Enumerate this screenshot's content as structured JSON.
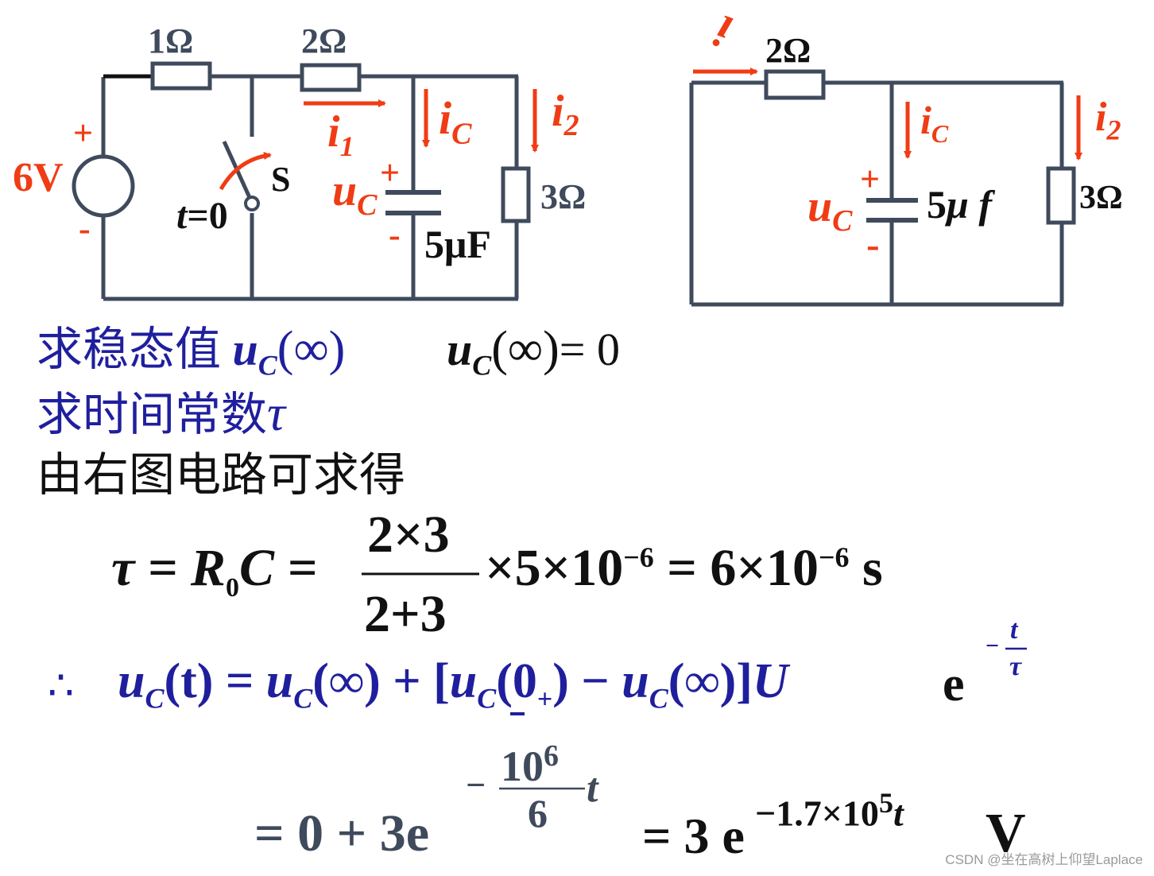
{
  "colors": {
    "wire": "#3f4a5c",
    "red": "#f03c14",
    "blue": "#1f1f9e",
    "black": "#111111"
  },
  "left_circuit": {
    "r1_label": "1Ω",
    "r2_label": "2Ω",
    "source_label": "6V",
    "source_plus": "+",
    "source_minus": "-",
    "switch_label": "S",
    "switch_time": "t",
    "switch_time_eq": "=0",
    "current_i1": {
      "sym": "i",
      "sub": "1"
    },
    "current_ic": {
      "sym": "i",
      "sub": "C"
    },
    "current_i2": {
      "sym": "i",
      "sub": "2"
    },
    "uc_label": {
      "sym": "u",
      "sub": "C"
    },
    "cap_plus": "+",
    "cap_minus": "-",
    "cap_label": "5μF",
    "r3_label": "3Ω"
  },
  "right_circuit": {
    "current_i": "i",
    "r_label": "2Ω",
    "current_ic": {
      "sym": "i",
      "sub": "C"
    },
    "current_i2": {
      "sym": "i",
      "sub": "2"
    },
    "uc_label": {
      "sym": "u",
      "sub": "C"
    },
    "cap_plus": "+",
    "cap_minus": "-",
    "cap_value": "5",
    "cap_unit_mu": "μ",
    "cap_unit_f": "f",
    "r3_label": "3Ω"
  },
  "text": {
    "steady_state_heading": "求稳态值",
    "uc_inf_sym": "u",
    "uc_inf_sub": "C",
    "uc_inf_arg": "(∞)",
    "uc_inf_result": "= 0",
    "time_constant_heading": "求时间常数",
    "tau": "τ",
    "from_right_circuit": "由右图电路可求得"
  },
  "equations": {
    "tau_lhs": "τ = ",
    "r0": "R",
    "r0_sub": "0",
    "c_eq": "C = ",
    "frac_num": "2×3",
    "frac_den": "2+3",
    "tau_mid": "×5×10",
    "tau_exp1": "−6",
    "tau_result": " = 6×10",
    "tau_exp2": "−6",
    "tau_unit": " s",
    "therefore": "∴",
    "full_response": {
      "p1": "u",
      "p1_sub": "C",
      "p2": "(t) = ",
      "p3": "u",
      "p3_sub": "C",
      "p4": "(∞) + [",
      "p5": "u",
      "p5_sub": "C",
      "p6": "(0",
      "p6_sub": "+",
      "p7": ") − ",
      "p8": "u",
      "p8_sub": "C",
      "p9": "(∞)]",
      "u_letter": "U",
      "e_letter": " e",
      "exp_minus": "−",
      "exp_num": "t",
      "exp_den": "τ"
    },
    "line3_lhs": "= 0 + 3e",
    "line3_exp_minus": "−",
    "line3_exp_num": "10",
    "line3_exp_num_sup": "6",
    "line3_exp_den": "6",
    "line3_exp_t": "t",
    "line3_rhs": "= 3 e",
    "line3_rhs_exp": "−1.7×10",
    "line3_rhs_exp_sup": "5",
    "line3_rhs_exp_t": "t",
    "line3_unit": "V"
  },
  "watermark": "CSDN @坐在高树上仰望Laplace"
}
